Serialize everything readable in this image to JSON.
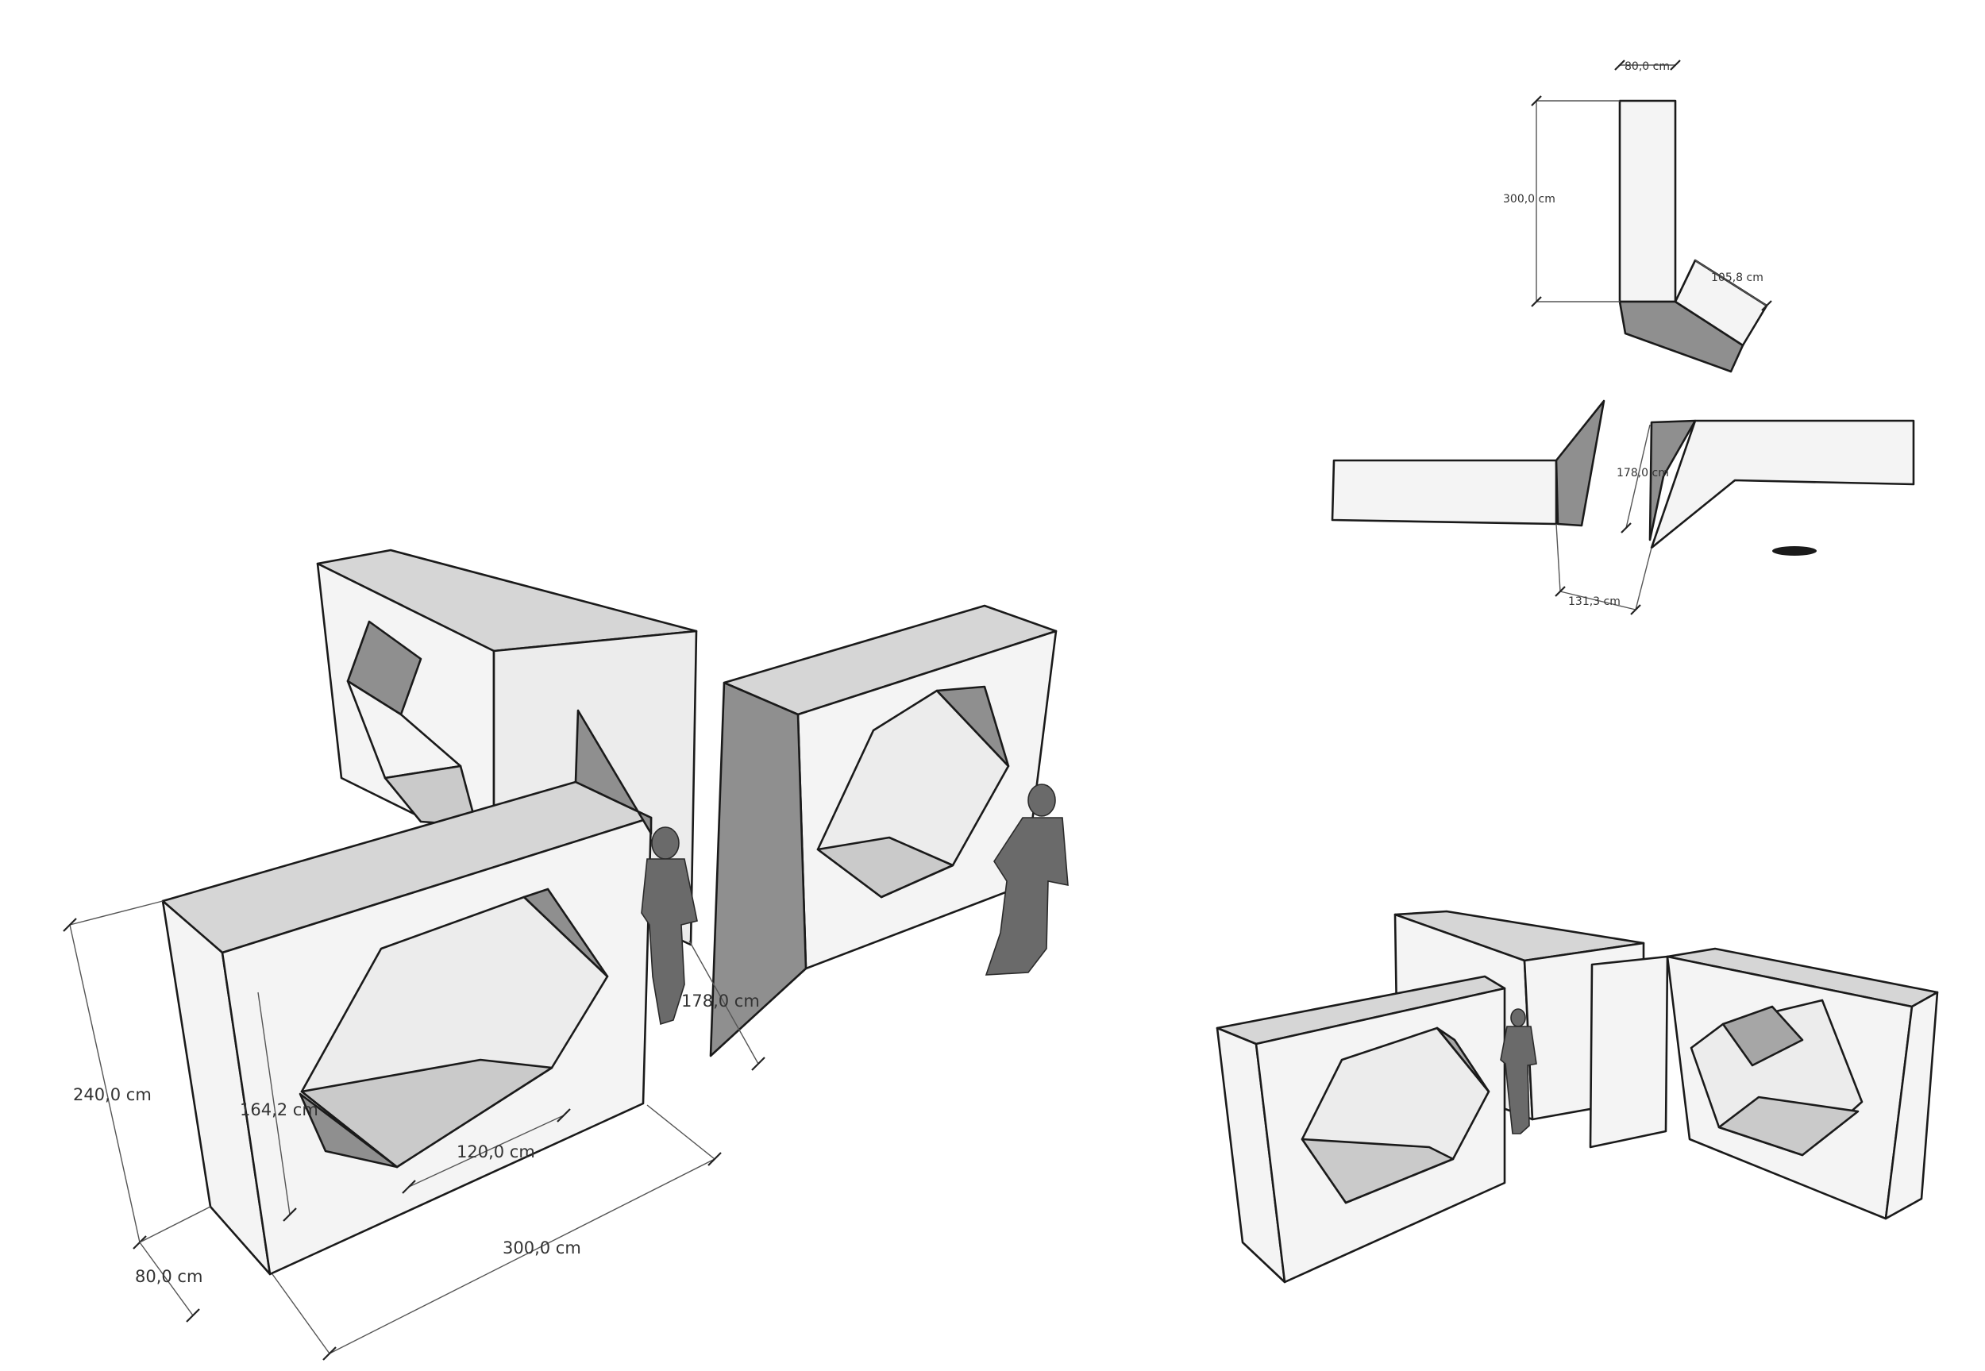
{
  "dimensions": {
    "main_height": "240,0 cm",
    "main_depth": "80,0 cm",
    "main_width": "300,0 cm",
    "hex_height": "164,2 cm",
    "hex_side": "120,0 cm",
    "gap": "178,0 cm"
  },
  "plan_dimensions": {
    "top_width": "80,0 cm",
    "top_length": "300,0 cm",
    "top_angle_leg": "105,8 cm",
    "gap": "178,0 cm",
    "offset": "131,3 cm"
  }
}
